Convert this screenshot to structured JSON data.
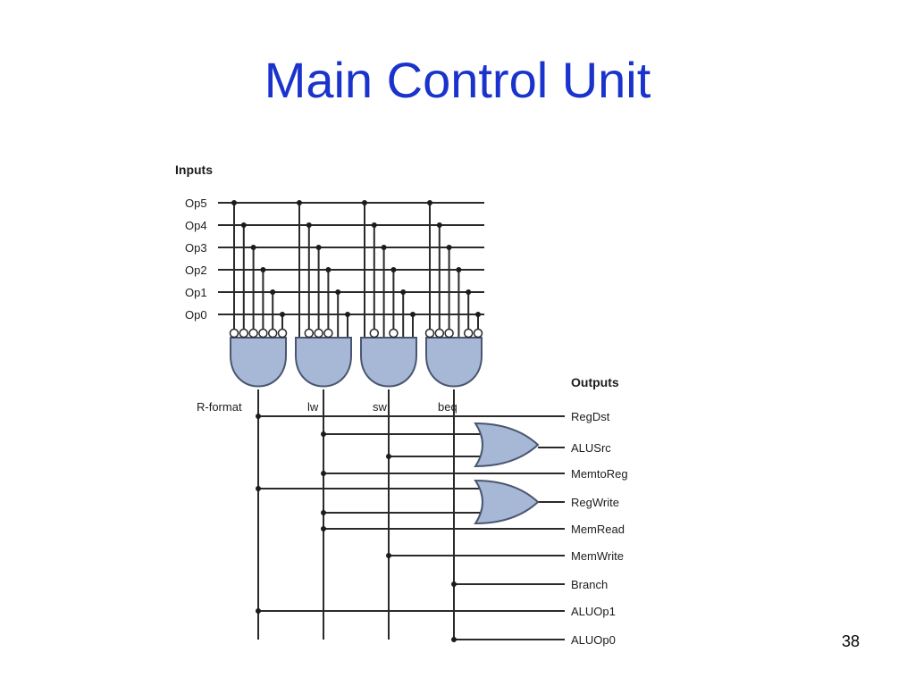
{
  "slide": {
    "title": "Main Control Unit",
    "page_number": "38"
  },
  "diagram": {
    "inputs_heading": "Inputs",
    "outputs_heading": "Outputs",
    "inputs": [
      "Op5",
      "Op4",
      "Op3",
      "Op2",
      "Op1",
      "Op0"
    ],
    "gates": [
      {
        "label": "R-format",
        "inverted": [
          true,
          true,
          true,
          true,
          true,
          true
        ]
      },
      {
        "label": "lw",
        "inverted": [
          false,
          true,
          true,
          true,
          false,
          false
        ]
      },
      {
        "label": "sw",
        "inverted": [
          false,
          true,
          false,
          true,
          false,
          false
        ]
      },
      {
        "label": "beq",
        "inverted": [
          true,
          true,
          true,
          false,
          true,
          true
        ]
      }
    ],
    "outputs": [
      "RegDst",
      "ALUSrc",
      "MemtoReg",
      "RegWrite",
      "MemRead",
      "MemWrite",
      "Branch",
      "ALUOp1",
      "ALUOp0"
    ],
    "colors": {
      "gate_fill": "#a6b8d6",
      "title": "#1a33cc"
    }
  }
}
